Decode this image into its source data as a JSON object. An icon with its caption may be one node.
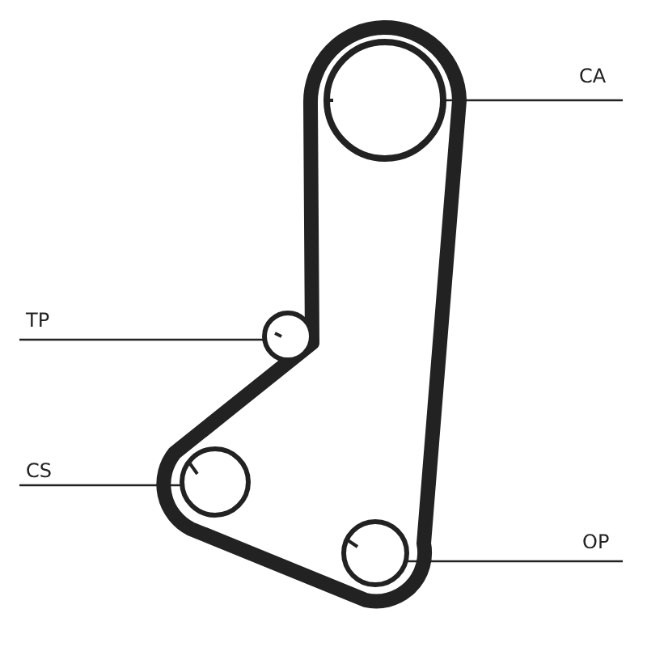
{
  "diagram": {
    "nodes": [
      {
        "text": [
          "CA"
        ]
      },
      {
        "text": [],
        "shape": "circle"
      },
      {
        "text": [
          "TP"
        ]
      },
      {
        "text": [],
        "shape": "circle"
      },
      {
        "text": [
          "CS"
        ]
      },
      {
        "text": [],
        "shape": "circle"
      },
      {
        "text": [
          "OP"
        ]
      },
      {
        "text": [],
        "shape": "circle"
      }
    ],
    "edges": [
      {
        "from": 0,
        "to": 1,
        "arrow": "none"
      },
      {
        "from": 2,
        "to": 3,
        "arrow": "none"
      },
      {
        "from": 4,
        "to": 5,
        "arrow": "none"
      },
      {
        "from": 6,
        "to": 7,
        "arrow": "none"
      }
    ]
  }
}
